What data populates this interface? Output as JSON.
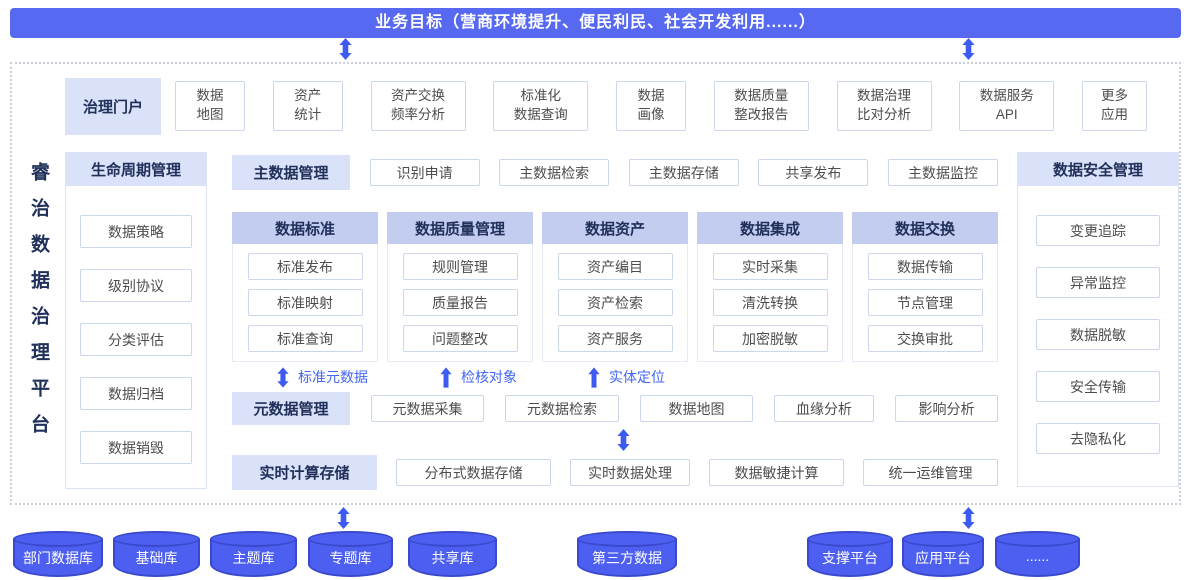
{
  "banner": {
    "title": "业务目标（营商环境提升、便民利民、社会开发利用......）"
  },
  "platform_title": "睿治数据治理平台",
  "portal": {
    "title": "治理门户",
    "items": [
      "数据\n地图",
      "资产\n统计",
      "资产交换\n频率分析",
      "标准化\n数据查询",
      "数据\n画像",
      "数据质量\n整改报告",
      "数据治理\n比对分析",
      "数据服务\nAPI",
      "更多\n应用"
    ]
  },
  "lifecycle": {
    "title": "生命周期管理",
    "items": [
      "数据策略",
      "级别协议",
      "分类评估",
      "数据归档",
      "数据销毁"
    ]
  },
  "master_data": {
    "title": "主数据管理",
    "items": [
      "识别申请",
      "主数据检索",
      "主数据存储",
      "共享发布",
      "主数据监控"
    ]
  },
  "columns": [
    {
      "title": "数据标准",
      "items": [
        "标准发布",
        "标准映射",
        "标准查询"
      ]
    },
    {
      "title": "数据质量管理",
      "items": [
        "规则管理",
        "质量报告",
        "问题整改"
      ]
    },
    {
      "title": "数据资产",
      "items": [
        "资产编目",
        "资产检索",
        "资产服务"
      ]
    },
    {
      "title": "数据集成",
      "items": [
        "实时采集",
        "清洗转换",
        "加密脱敏"
      ]
    },
    {
      "title": "数据交换",
      "items": [
        "数据传输",
        "节点管理",
        "交换审批"
      ]
    }
  ],
  "flows": [
    {
      "label": "标准元数据"
    },
    {
      "label": "检核对象"
    },
    {
      "label": "实体定位"
    }
  ],
  "metadata": {
    "title": "元数据管理",
    "items": [
      "元数据采集",
      "元数据检索",
      "数据地图",
      "血缘分析",
      "影响分析"
    ]
  },
  "realtime": {
    "title": "实时计算存储",
    "items": [
      "分布式数据存储",
      "实时数据处理",
      "数据敏捷计算",
      "统一运维管理"
    ]
  },
  "security": {
    "title": "数据安全管理",
    "items": [
      "变更追踪",
      "异常监控",
      "数据脱敏",
      "安全传输",
      "去隐私化"
    ]
  },
  "datasources": {
    "left": [
      "部门数据库",
      "基础库",
      "主题库",
      "专题库",
      "共享库",
      "第三方数据"
    ],
    "right": [
      "支撑平台",
      "应用平台",
      "......"
    ]
  },
  "colors": {
    "banner": "#5669f0",
    "navy": "#21305a",
    "header_light": "#d9e2f8",
    "header_mid": "#c2cdf0",
    "item_border": "#ccd6ec",
    "item_text": "#4d4d4d",
    "arrow": "#3d5bf0",
    "flow_label": "#4466f2",
    "frame_border": "#c9cfdb",
    "panel_border": "#dce3f3",
    "cyl_fill": "#4c5ff0",
    "cyl_stroke": "#3a49cb"
  }
}
